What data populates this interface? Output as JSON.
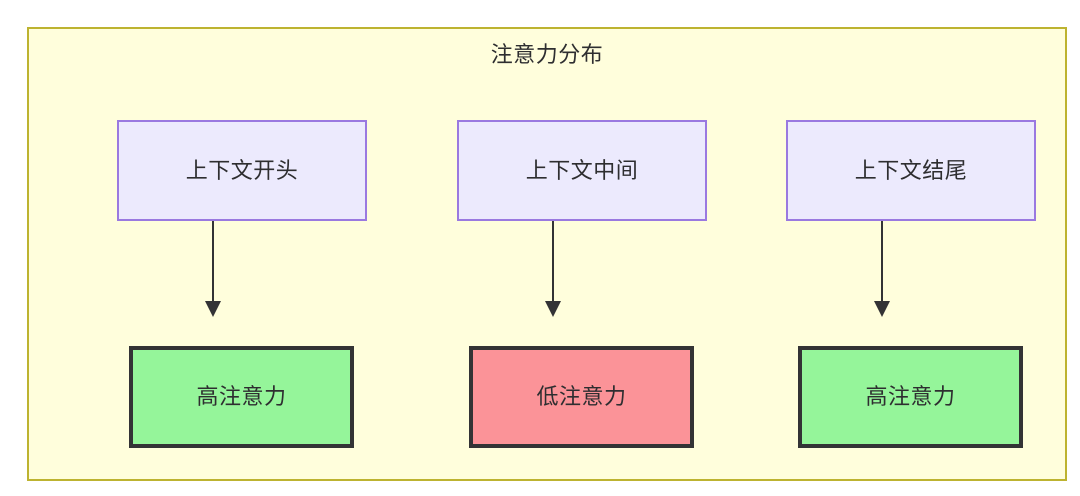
{
  "diagram": {
    "title": "注意力分布",
    "type": "flowchart",
    "direction": "top-to-bottom",
    "colors": {
      "container_background": "#fffedc",
      "container_border": "#bdb330",
      "context_node_background": "#eceafd",
      "context_node_border": "#9a79e0",
      "high_attention_background": "#95f59a",
      "low_attention_background": "#fb9398",
      "attention_node_border": "#333335",
      "edge_stroke": "#333335",
      "text": "#2e2e30"
    },
    "columns": [
      {
        "id": "start",
        "context_label": "上下文开头",
        "attention_label": "高注意力",
        "attention_level": "high"
      },
      {
        "id": "middle",
        "context_label": "上下文中间",
        "attention_label": "低注意力",
        "attention_level": "low"
      },
      {
        "id": "end",
        "context_label": "上下文结尾",
        "attention_label": "高注意力",
        "attention_level": "high"
      }
    ],
    "edges": [
      {
        "from": "上下文开头",
        "to": "高注意力",
        "arrow": "single"
      },
      {
        "from": "上下文中间",
        "to": "低注意力",
        "arrow": "single"
      },
      {
        "from": "上下文结尾",
        "to": "高注意力",
        "arrow": "single"
      }
    ]
  }
}
